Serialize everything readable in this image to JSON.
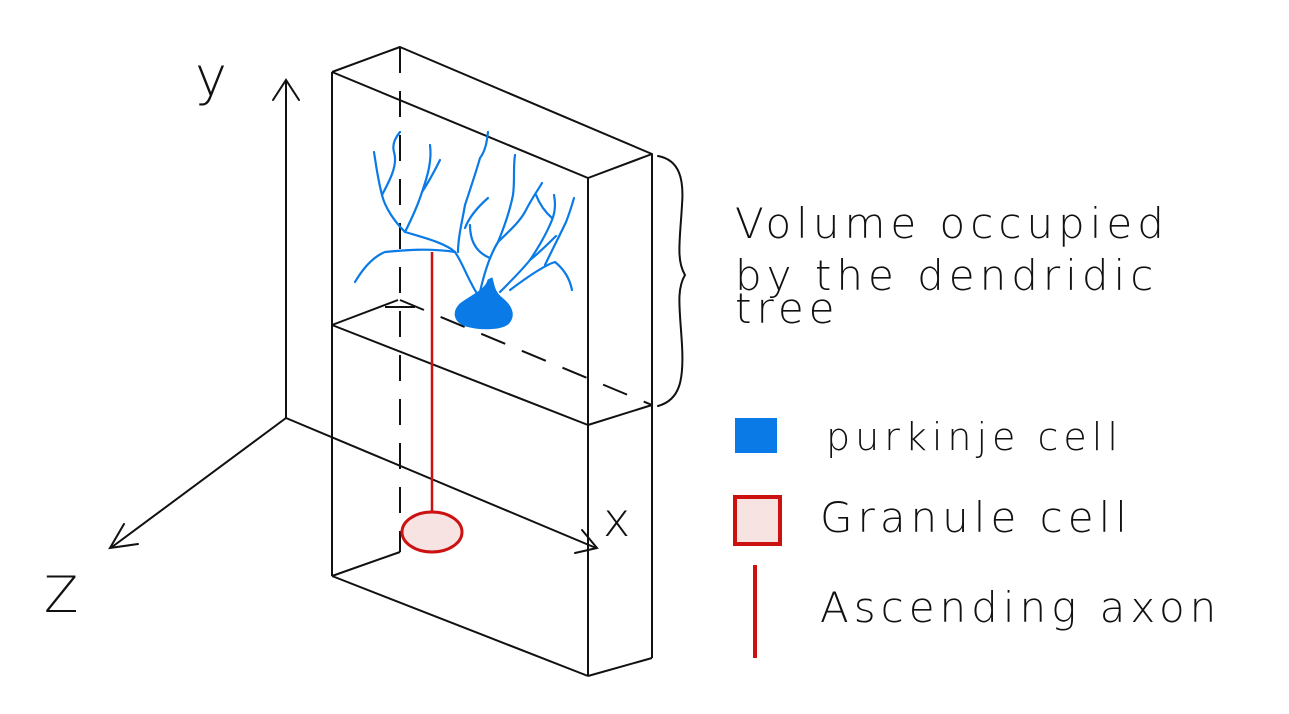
{
  "axes": {
    "x_label": "x",
    "y_label": "y",
    "z_label": "Z"
  },
  "annotation": {
    "line1": "Volume occupied",
    "line2": "by the dendridic",
    "line3": "tree"
  },
  "legend": [
    {
      "label": "purkinje cell",
      "color": "#0a7ae6",
      "style": "filled"
    },
    {
      "label": "Granule cell",
      "color": "#cc1111",
      "fill": "#f8e3e3",
      "style": "outlined"
    },
    {
      "label": "Ascending axon",
      "color": "#cc1111",
      "style": "line"
    }
  ],
  "colors": {
    "outline": "#111111",
    "purkinje": "#0a7ae6",
    "granule_stroke": "#cc1111",
    "granule_fill": "#f8e3e3"
  }
}
